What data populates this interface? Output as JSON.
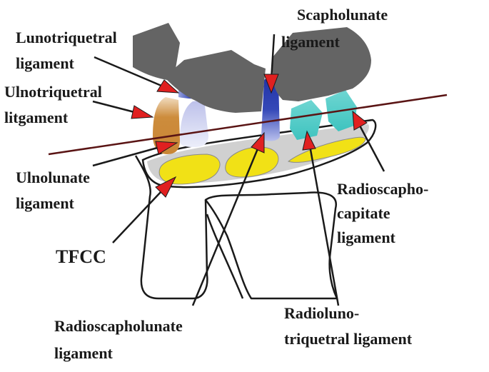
{
  "labels": {
    "scapholunate_1": "Scapholunate",
    "scapholunate_2": "ligament",
    "lunotriquetral_1": "Lunotriquetral",
    "lunotriquetral_2": "ligament",
    "ulnotriquetral_1": "Ulnotriquetral",
    "ulnotriquetral_2": "litgament",
    "ulnolunate_1": "Ulnolunate",
    "ulnolunate_2": "ligament",
    "tfcc": "TFCC",
    "radioscaphocapitate_1": "Radioscapho-",
    "radioscaphocapitate_2": "capitate",
    "radioscaphocapitate_3": "ligament",
    "radioscapholunate_1": "Radioscapholunate",
    "radioscapholunate_2": "ligament",
    "radiolunotriquetral_1": "Radioluno-",
    "radiolunotriquetral_2": "triquetral ligament"
  },
  "colors": {
    "bone": "#646464",
    "scapholunate_ligament": "#2b3fae",
    "lunotriquetral_ligament": "#3848b8",
    "ulnotriquetral_ligament": "#cd8c3c",
    "ulnolunate_ligament": "#d4d6f2",
    "radioscaphocapitate_ligament": "#3ec3bf",
    "fossa_yellow": "#f1e116",
    "cartilage_grey": "#cfcfcf",
    "arrow_head": "#e02020",
    "section_line": "#5a1414"
  }
}
